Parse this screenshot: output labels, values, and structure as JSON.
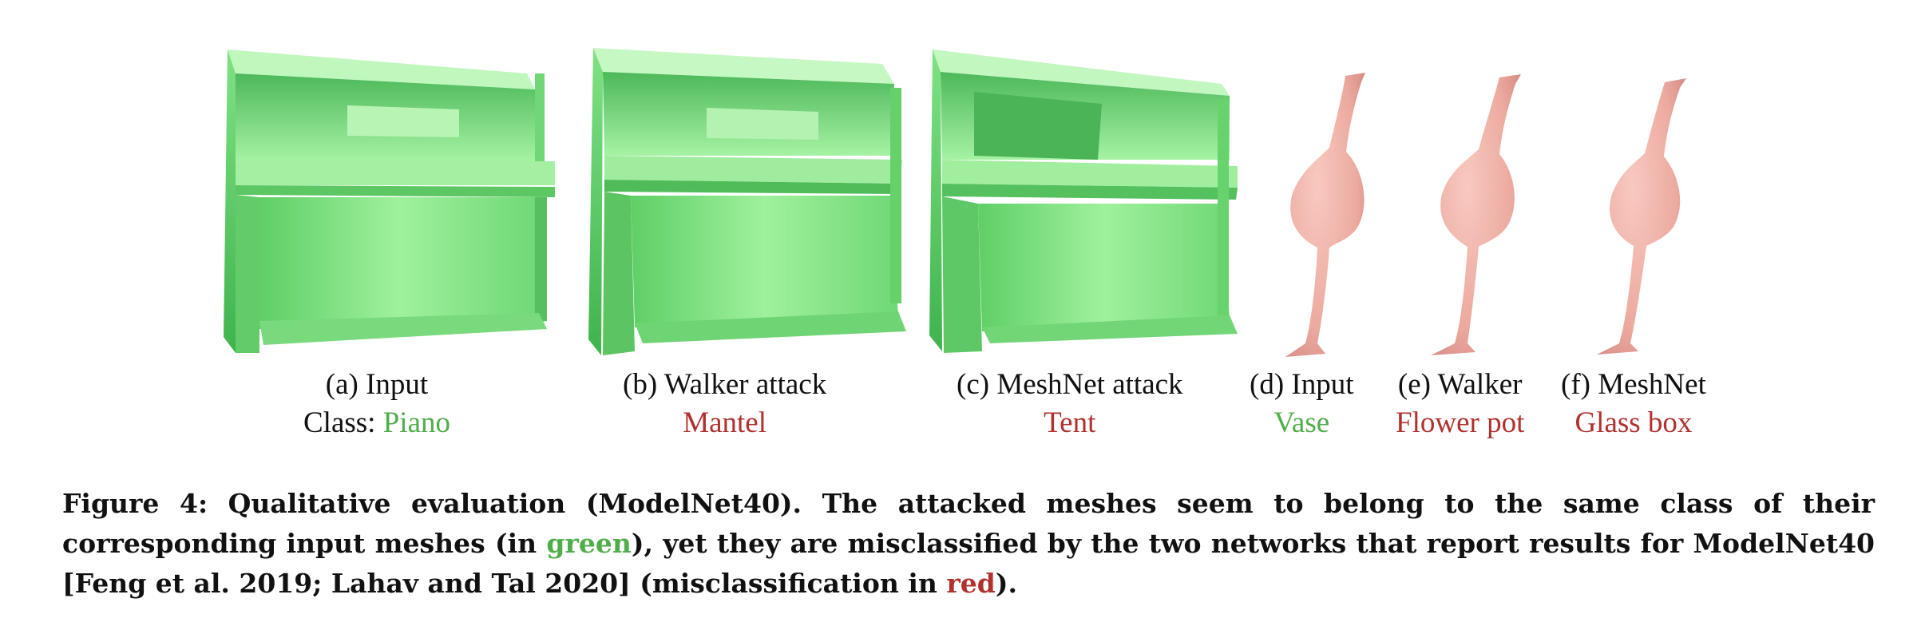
{
  "figure": {
    "panels": [
      {
        "label": "(a) Input",
        "class_prefix": "Class: ",
        "class_name": "Piano",
        "status": "correct"
      },
      {
        "label": "(b) Walker attack",
        "class_prefix": "",
        "class_name": "Mantel",
        "status": "misclassified"
      },
      {
        "label": "(c) MeshNet attack",
        "class_prefix": "",
        "class_name": "Tent",
        "status": "misclassified"
      },
      {
        "label": "(d) Input",
        "class_prefix": "",
        "class_name": "Vase",
        "status": "correct"
      },
      {
        "label": "(e) Walker",
        "class_prefix": "",
        "class_name": "Flower pot",
        "status": "misclassified"
      },
      {
        "label": "(f) MeshNet",
        "class_prefix": "",
        "class_name": "Glass box",
        "status": "misclassified"
      }
    ],
    "caption": {
      "part1": "Figure 4:  Qualitative evaluation (ModelNet40). The attacked meshes seem to belong to the same class of their corresponding input meshes (in ",
      "green_word": "green",
      "part2": "), yet they are misclassified by the two networks that report results for ModelNet40 [Feng et al. 2019; Lahav and Tal 2020] (misclassification in ",
      "red_word": "red",
      "part3": ")."
    },
    "colors": {
      "correct": "#4fae4a",
      "misclassified": "#b0312d",
      "piano_mesh": "#8fe88f",
      "vase_mesh": "#f2b2a8"
    }
  }
}
